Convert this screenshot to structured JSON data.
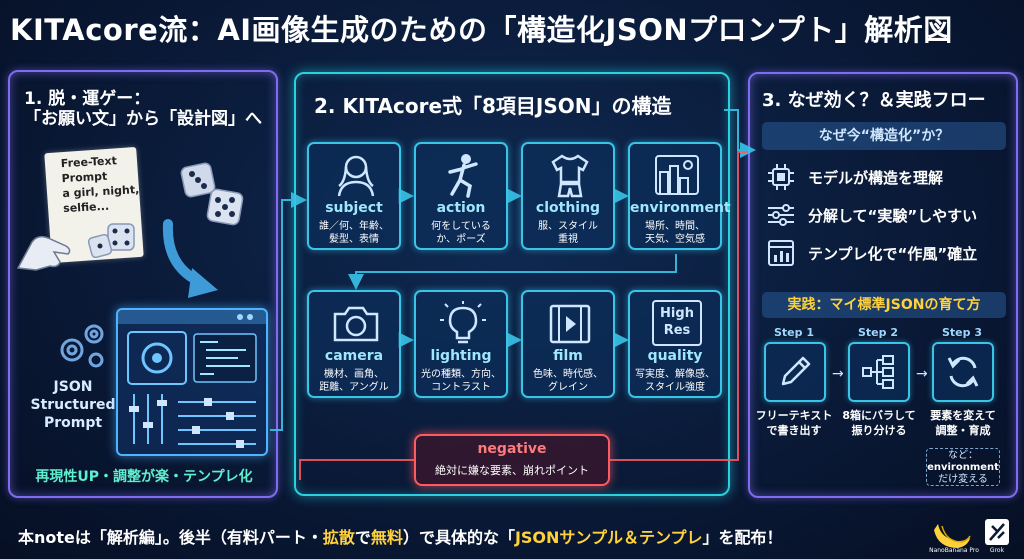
{
  "title": "KITAcore流：AI画像生成のための「構造化JSONプロンプト」解析図",
  "left": {
    "title_line1": "1. 脱・運ゲー：",
    "title_line2": "「お願い文」から「設計図」へ",
    "paper_text": "Free-Text\nPrompt\na girl, night,\nselfie...",
    "json_label": "JSON\nStructured\nPrompt",
    "footer": "再現性UP・調整が楽・テンプレ化"
  },
  "middle": {
    "title": "2. KITAcore式「8項目JSON」の構造",
    "cards": [
      {
        "name": "subject",
        "desc": "誰／何、年齢、\n髪型、表情",
        "icon": "person-icon"
      },
      {
        "name": "action",
        "desc": "何をしている\nか、ポーズ",
        "icon": "running-figure-icon"
      },
      {
        "name": "clothing",
        "desc": "服、スタイル\n重視",
        "icon": "tshirt-icon"
      },
      {
        "name": "environment",
        "desc": "場所、時間、\n天気、空気感",
        "icon": "cityscape-icon"
      },
      {
        "name": "camera",
        "desc": "機材、画角、\n距離、アングル",
        "icon": "camera-icon"
      },
      {
        "name": "lighting",
        "desc": "光の種類、方向、\nコントラスト",
        "icon": "lightbulb-icon"
      },
      {
        "name": "film",
        "desc": "色味、時代感、\nグレイン",
        "icon": "film-icon"
      },
      {
        "name": "quality",
        "desc": "写実度、解像感、\nスタイル強度",
        "icon": "high-res-icon",
        "icon_text": "High\nRes"
      }
    ],
    "negative": {
      "name": "negative",
      "desc": "絶対に嫌な要素、崩れポイント"
    }
  },
  "right": {
    "title": "3. なぜ効く？＆実践フロー",
    "why_title": "なぜ今“構造化”か？",
    "reasons": [
      {
        "text": "モデルが構造を理解",
        "icon": "chip-icon"
      },
      {
        "text": "分解して“実験”しやすい",
        "icon": "sliders-icon"
      },
      {
        "text": "テンプレ化で“作風”確立",
        "icon": "chart-window-icon"
      }
    ],
    "practice_title": "実践：マイ標準JSONの育て方",
    "steps": [
      {
        "label": "Step 1",
        "desc": "フリーテキスト\nで書き出す",
        "icon": "pencil-icon"
      },
      {
        "label": "Step 2",
        "desc": "8箱にバラして\n振り分ける",
        "icon": "tree-split-icon"
      },
      {
        "label": "Step 3",
        "desc": "要素を変えて\n調整・育成",
        "icon": "refresh-icon"
      }
    ],
    "note_line1": "など：",
    "note_line2": "environment",
    "note_line3": "だけ変える"
  },
  "footer": {
    "p1": "本noteは「解析編」。後半（有料パート・",
    "p2": "拡散",
    "p3": "で",
    "p4": "無料",
    "p5": "）で具体的な「",
    "p6": "JSONサンプル＆テンプレ",
    "p7": "」を配布！"
  },
  "badges": {
    "nanobanana": "NanoBanana Pro",
    "grok": "Grok"
  },
  "colors": {
    "accent_cyan": "#2ad1e0",
    "accent_purple": "#7f6cf0",
    "negative_red": "#ff5a60",
    "highlight_yellow": "#ffd23c",
    "card_label": "#9fe6ff"
  }
}
